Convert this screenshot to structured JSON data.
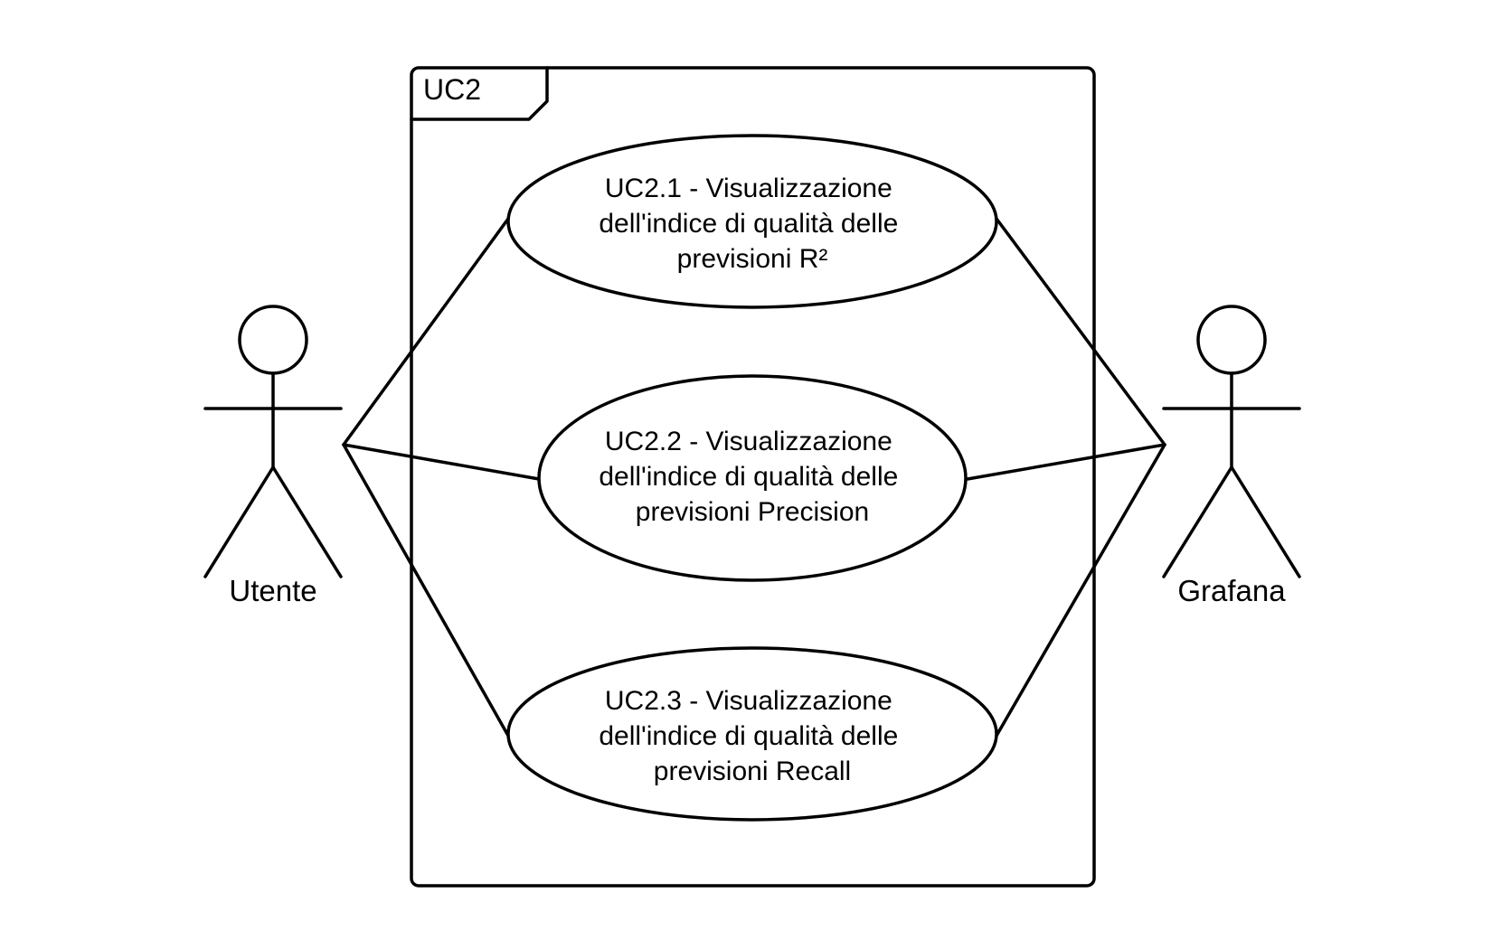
{
  "system": {
    "label": "UC2"
  },
  "use_cases": [
    {
      "id": "uc2-1",
      "lines": [
        "UC2.1 - Visualizzazione",
        "dell'indice di qualità delle",
        "previsioni R²"
      ]
    },
    {
      "id": "uc2-2",
      "lines": [
        "UC2.2 - Visualizzazione",
        "dell'indice di qualità delle",
        "previsioni Precision"
      ]
    },
    {
      "id": "uc2-3",
      "lines": [
        "UC2.3 - Visualizzazione",
        "dell'indice di qualità delle",
        "previsioni Recall"
      ]
    }
  ],
  "actors": {
    "left": {
      "name": "Utente"
    },
    "right": {
      "name": "Grafana"
    }
  },
  "associations": [
    {
      "actor": "left",
      "use_case": "uc2-1"
    },
    {
      "actor": "left",
      "use_case": "uc2-2"
    },
    {
      "actor": "left",
      "use_case": "uc2-3"
    },
    {
      "actor": "right",
      "use_case": "uc2-1"
    },
    {
      "actor": "right",
      "use_case": "uc2-2"
    },
    {
      "actor": "right",
      "use_case": "uc2-3"
    }
  ]
}
